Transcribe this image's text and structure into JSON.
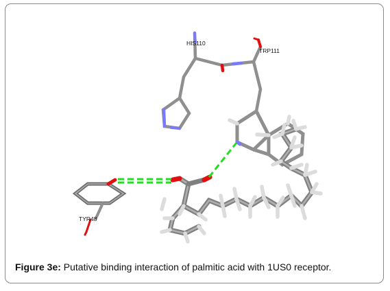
{
  "figure": {
    "caption_label": "Figure 3e:",
    "caption_text": " Putative binding interaction of palmitic acid with 1US0 receptor."
  },
  "residues": {
    "his": "HIS110",
    "trp": "TRP111",
    "tyr": "TYR48"
  },
  "colors": {
    "carbon": "#8f8f8f",
    "carbon_dark": "#5e5e5e",
    "hydrogen": "#d9d9d9",
    "nitrogen": "#7a7aff",
    "oxygen": "#e01010",
    "hbond": "#22dd22"
  }
}
